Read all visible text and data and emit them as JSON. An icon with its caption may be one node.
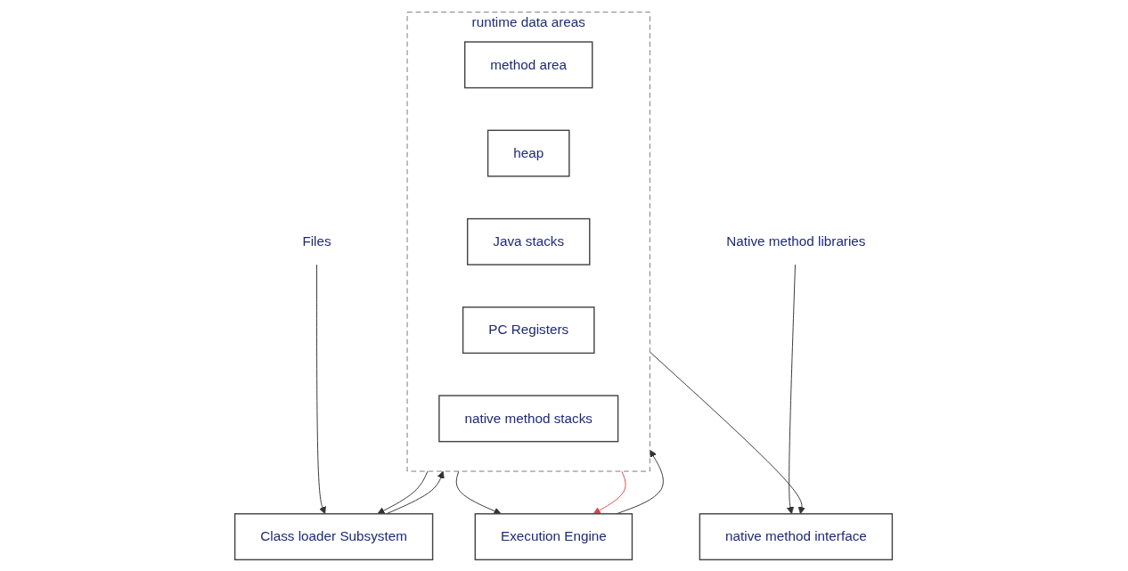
{
  "diagram": {
    "nodes": [
      {
        "text": [
          "Files"
        ]
      },
      {
        "text": [
          "Class loader Subsystem"
        ]
      },
      {
        "text": [
          "runtime data areas"
        ]
      },
      {
        "text": [
          "method area"
        ],
        "in": 2
      },
      {
        "text": [
          "heap"
        ],
        "in": 2
      },
      {
        "text": [
          "Java stacks"
        ],
        "in": 2
      },
      {
        "text": [
          "PC Registers"
        ],
        "in": 2
      },
      {
        "text": [
          "native method stacks"
        ],
        "in": 2
      },
      {
        "text": [
          "Execution Engine"
        ]
      },
      {
        "text": [
          "native method interface"
        ]
      },
      {
        "text": [
          "Native method libraries"
        ]
      }
    ],
    "edges": [
      {
        "from": 0,
        "to": 1,
        "arrow": "to"
      },
      {
        "from": 1,
        "to": 2,
        "arrow": "to"
      },
      {
        "from": 2,
        "to": 1,
        "arrow": "to"
      },
      {
        "from": 8,
        "to": 2,
        "arrow": "to"
      },
      {
        "from": 2,
        "to": 8,
        "arrow": "to"
      },
      {
        "from": 2,
        "to": 9,
        "arrow": "to"
      },
      {
        "from": 10,
        "to": 9,
        "arrow": "to"
      },
      {
        "from": 2,
        "to": 8,
        "arrow": "to",
        "color": "#d04a4a"
      }
    ]
  }
}
